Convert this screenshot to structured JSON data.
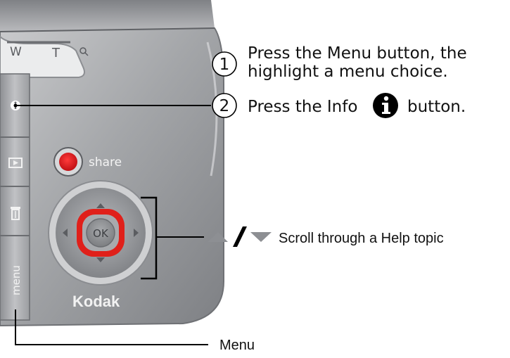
{
  "camera": {
    "zoom_wide_label": "W",
    "zoom_tele_label": "T",
    "share_label": "share",
    "ok_label": "OK",
    "brand_label": "Kodak",
    "menu_button_label": "menu"
  },
  "steps": [
    {
      "number": "1",
      "line1": "Press the Menu button, the",
      "line2": "highlight a menu choice."
    },
    {
      "number": "2",
      "before_icon": "Press the Info",
      "after_icon": "button."
    }
  ],
  "callouts": {
    "scroll": "Scroll through a Help topic",
    "menu": "Menu"
  },
  "icons": {
    "info": "info-icon",
    "up_arrow": "up-arrow-icon",
    "down_arrow": "down-arrow-icon",
    "review": "review-icon",
    "delete": "trash-icon",
    "zoom": "magnifier-icon"
  },
  "colors": {
    "share_red": "#e11b22",
    "ok_red": "#e0201a",
    "body_gray": "#9a9c9f"
  }
}
